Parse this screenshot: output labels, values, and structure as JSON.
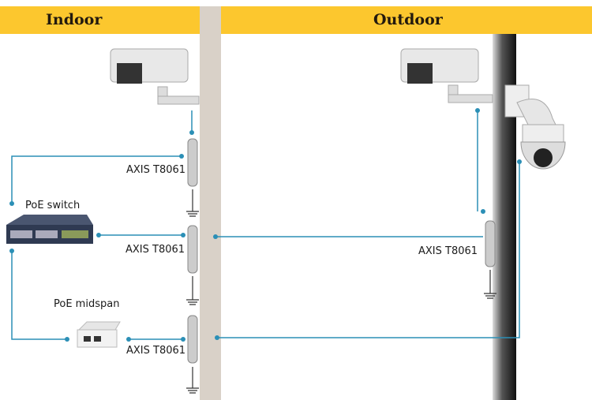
{
  "header": {
    "indoor": "Indoor",
    "outdoor": "Outdoor"
  },
  "labels": {
    "poe_switch": "PoE switch",
    "poe_midspan": "PoE midspan",
    "protector_1": "AXIS T8061",
    "protector_2": "AXIS T8061",
    "protector_3": "AXIS T8061",
    "protector_outdoor": "AXIS T8061"
  },
  "colors": {
    "header": "#fcc72e",
    "cable": "#2b8fb6",
    "wall": "#d9d1c8",
    "pole": "#2a2a2a"
  }
}
